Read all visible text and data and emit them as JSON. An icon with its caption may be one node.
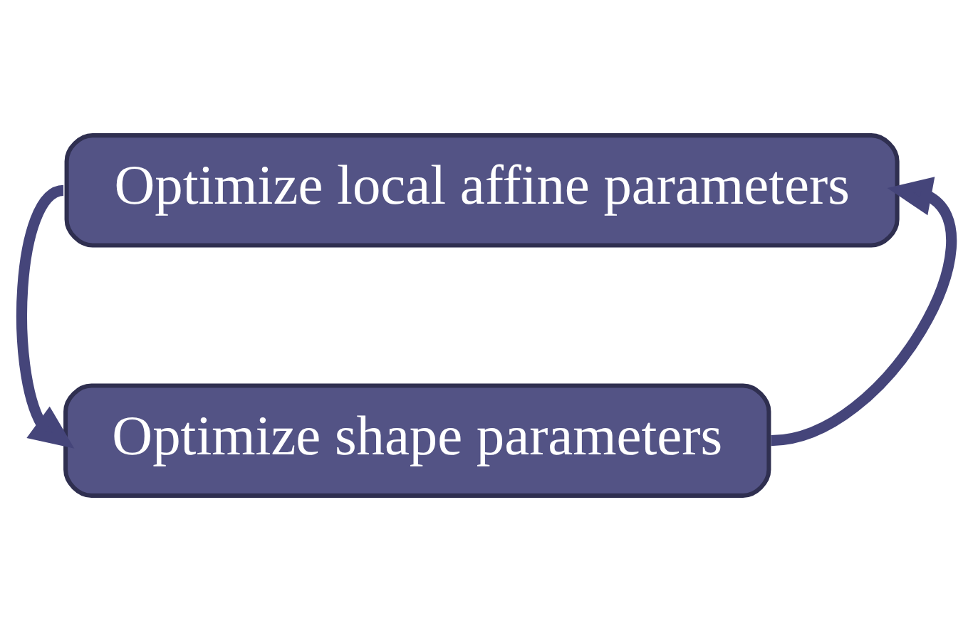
{
  "diagram": {
    "nodes": [
      {
        "text": [
          "Optimize local affine parameters"
        ]
      },
      {
        "text": [
          "Optimize shape parameters"
        ]
      }
    ],
    "edges": [
      {
        "from": 0,
        "to": 1,
        "arrow": "to"
      },
      {
        "from": 1,
        "to": 0,
        "arrow": "to"
      }
    ]
  }
}
